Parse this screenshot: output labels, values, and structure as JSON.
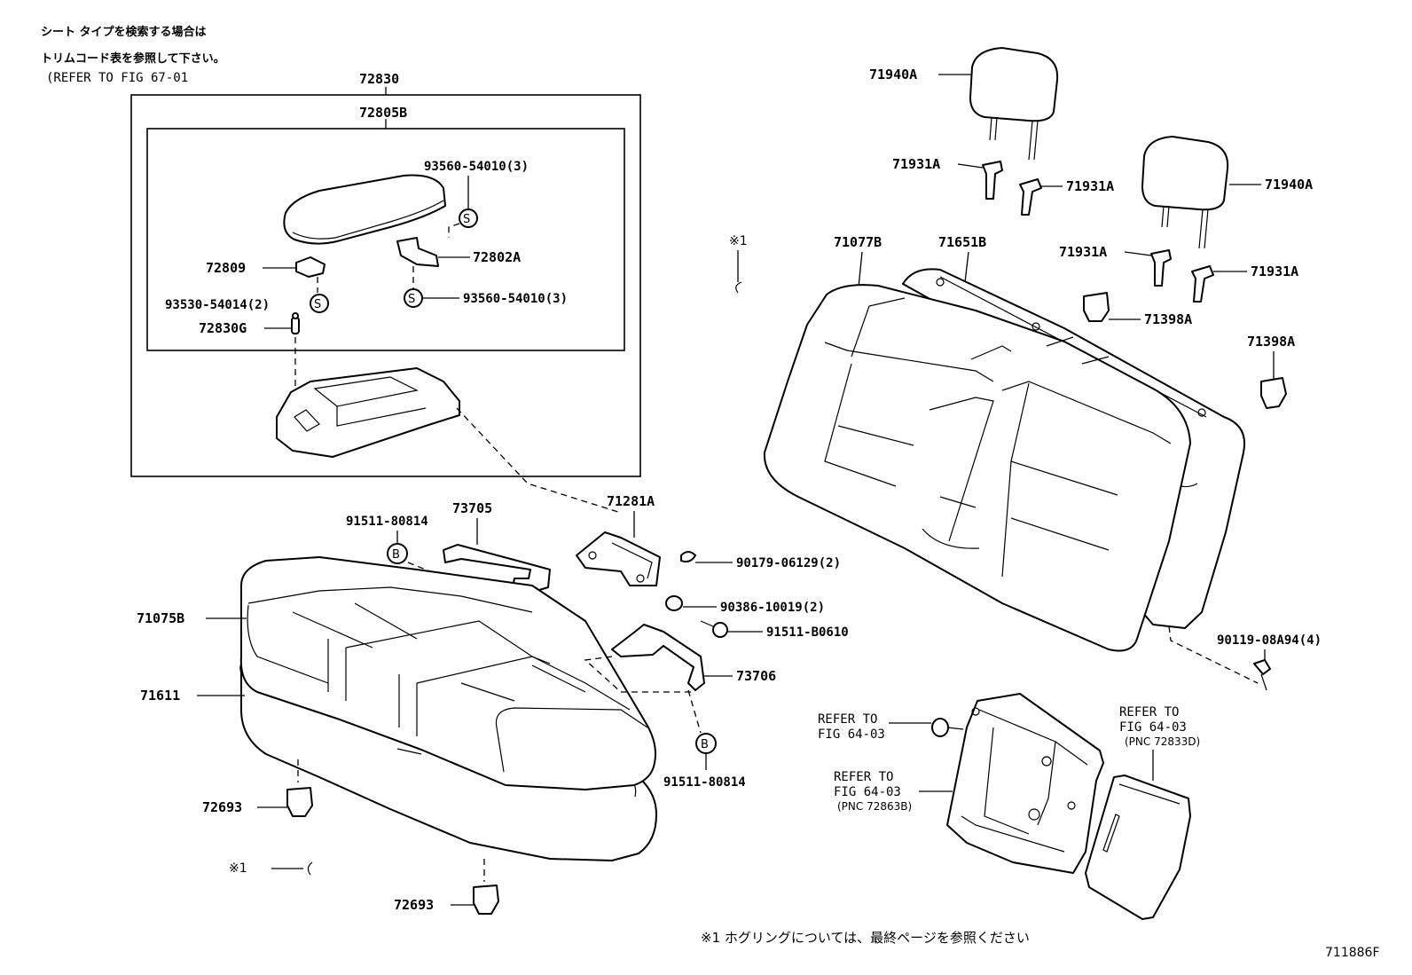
{
  "notes": {
    "jp_line1": "シート タイプを検索する場合は",
    "jp_line2": "トリムコード表を参照して下さい。",
    "refer_fig": "(REFER TO FIG 67-01",
    "footnote": "※1 ホグリングについては、最終ページを参照ください",
    "figure_code": "711886F",
    "asterisk_mark_1": "※1",
    "asterisk_mark_2": "※1"
  },
  "symbols": {
    "screw_s": "S",
    "bolt_b": "B"
  },
  "parts": {
    "p72830": "72830",
    "p72805B": "72805B",
    "p93560_top": "93560-54010(3)",
    "p72802A": "72802A",
    "p72809": "72809",
    "p93530": "93530-54014(2)",
    "p93560_bottom": "93560-54010(3)",
    "p72830G": "72830G",
    "p91511_80814_top": "91511-80814",
    "p73705": "73705",
    "p71281A": "71281A",
    "p90179": "90179-06129(2)",
    "p90386": "90386-10019(2)",
    "p91511_B0610": "91511-B0610",
    "p71075B": "71075B",
    "p71611": "71611",
    "p73706": "73706",
    "p91511_80814_bottom": "91511-80814",
    "p72693_upper": "72693",
    "p72693_lower": "72693",
    "p71940A_left": "71940A",
    "p71940A_right": "71940A",
    "p71931A_1": "71931A",
    "p71931A_2": "71931A",
    "p71931A_3": "71931A",
    "p71931A_4": "71931A",
    "p71077B": "71077B",
    "p71651B": "71651B",
    "p71398A_1": "71398A",
    "p71398A_2": "71398A",
    "p90119": "90119-08A94(4)"
  },
  "refers": {
    "r1_line1": "REFER TO",
    "r1_line2": "FIG 64-03",
    "r2_line1": "REFER TO",
    "r2_line2": "FIG 64-03",
    "r2_line3": "(PNC 72863B)",
    "r3_line1": "REFER TO",
    "r3_line2": "FIG 64-03",
    "r3_line3": "(PNC 72833D)"
  }
}
